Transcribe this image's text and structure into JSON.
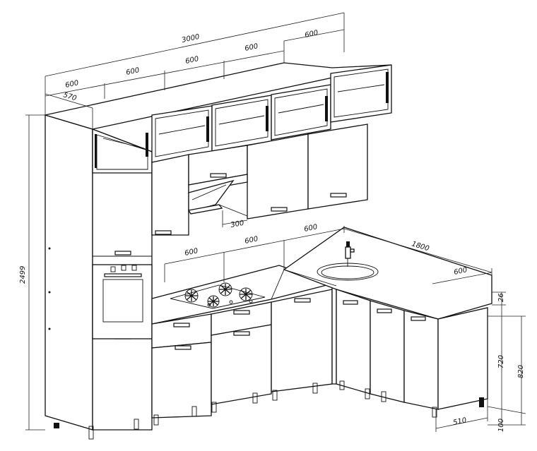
{
  "dimensions": {
    "total_width": "3000",
    "upper_right": "600",
    "upper_1": "600",
    "upper_2": "600",
    "upper_3": "600",
    "upper_4": "600",
    "depth_top": "570",
    "height_total": "2499",
    "hood_depth": "300",
    "base_1": "600",
    "base_2": "600",
    "base_3": "600",
    "corner_length": "1800",
    "corner_depth": "600",
    "countertop": "26",
    "base_body": "720",
    "base_total": "820",
    "base_depth": "510",
    "legs": "100"
  }
}
